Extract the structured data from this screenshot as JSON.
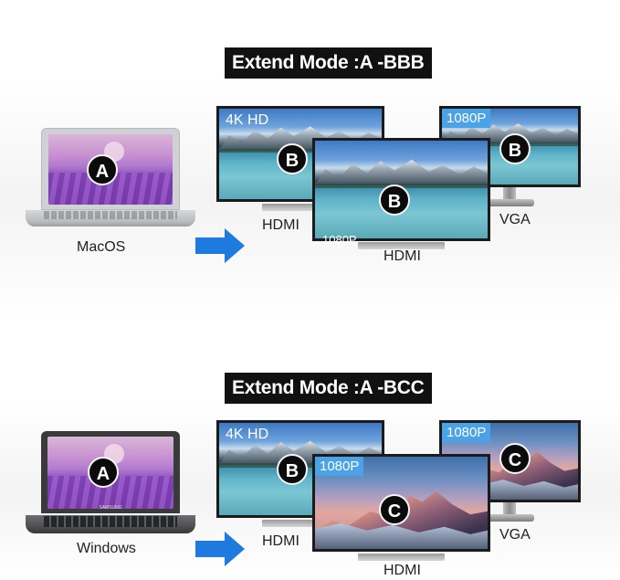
{
  "sections": [
    {
      "title": "Extend Mode :A -BBB",
      "laptop_label": "MacOS",
      "laptop_badge": "A",
      "monitor_left": {
        "tag": "4K HD",
        "badge": "B",
        "port": "HDMI"
      },
      "monitor_center": {
        "tag": "1080P",
        "badge": "B",
        "port": "HDMI"
      },
      "monitor_right": {
        "tag": "1080P",
        "badge": "B",
        "port": "VGA"
      }
    },
    {
      "title": "Extend Mode :A -BCC",
      "laptop_label": "Windows",
      "laptop_badge": "A",
      "laptop_brand": "SAMSUNG",
      "monitor_left": {
        "tag": "4K HD",
        "badge": "B",
        "port": "HDMI"
      },
      "monitor_center": {
        "tag": "1080P",
        "badge": "C",
        "port": "HDMI"
      },
      "monitor_right": {
        "tag": "1080P",
        "badge": "C",
        "port": "VGA"
      }
    }
  ],
  "colors": {
    "arrow": "#1f7ae0",
    "tag": "#4aa3e6",
    "badge": "#0b0b0b",
    "title_bg": "#111111"
  }
}
